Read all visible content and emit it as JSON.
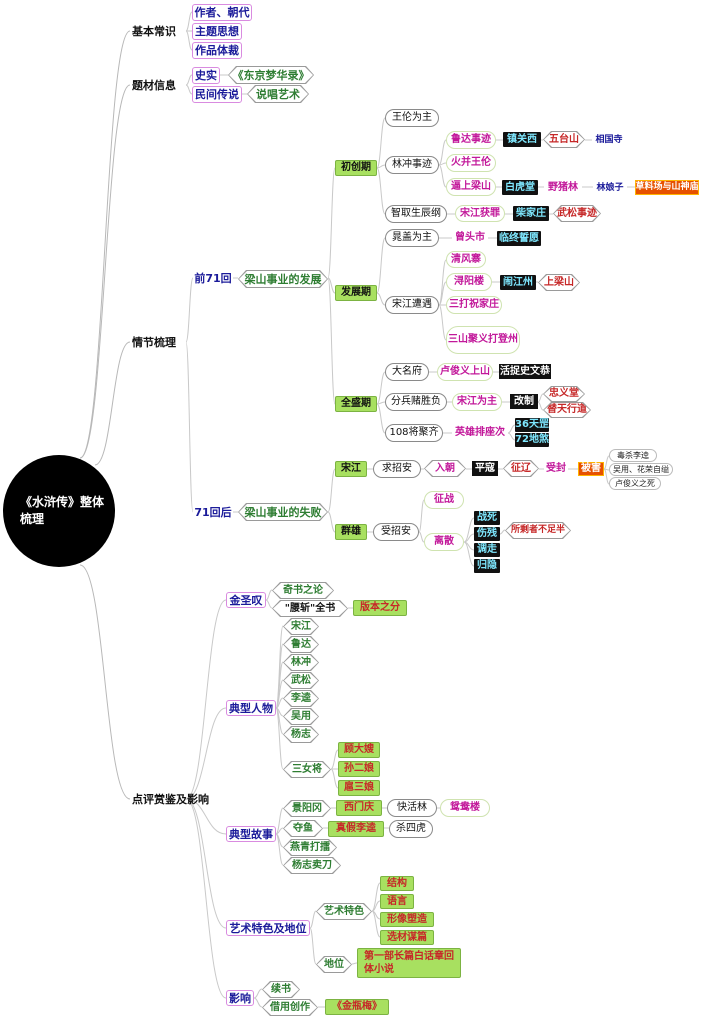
{
  "root": "《水浒传》整体梳理",
  "branches": {
    "basics": {
      "label": "基本常识",
      "items": [
        "作者、朝代",
        "主题思想",
        "作品体裁"
      ]
    },
    "source": {
      "label": "题材信息",
      "history": {
        "label": "史实",
        "ref": "《东京梦华录》"
      },
      "legend": {
        "label": "民间传说",
        "ref": "说唱艺术"
      }
    },
    "plot": {
      "label": "情节梳理",
      "first71": {
        "label": "前71回",
        "theme": "梁山事业的发展",
        "founding": {
          "label": "初创期",
          "wanglun": "王伦为主",
          "linchong": {
            "label": "林冲事迹",
            "luda": {
              "label": "鲁达事迹",
              "zhen": "镇关西",
              "wutai": "五台山",
              "xiangguo": "相国寺"
            },
            "huobing": "火并王伦",
            "bishang": {
              "label": "逼上梁山",
              "baihu": "白虎堂",
              "yezhu": "野猪林",
              "linniangzi": "林娘子",
              "caoliao": "草料场与山神庙"
            }
          },
          "zhiqu": {
            "label": "智取生辰纲",
            "songjiang": "宋江获罪",
            "chai": "柴家庄",
            "wusong": "武松事迹"
          }
        },
        "develop": {
          "label": "发展期",
          "chaogai": {
            "label": "晁盖为主",
            "zengtou": "曾头市",
            "linzhong": "临终誓愿"
          },
          "songjiang": {
            "label": "宋江遭遇",
            "qingfeng": "清风寨",
            "xunyang": "浔阳楼",
            "naojiang": "闹江州",
            "shangliang": "上梁山",
            "sanda": "三打祝家庄",
            "sanshan": "三山聚义打登州"
          }
        },
        "peak": {
          "label": "全盛期",
          "daming": {
            "label": "大名府",
            "lujunyi": "卢俊义上山",
            "huozhuo": "活捉史文恭"
          },
          "fenbing": {
            "label": "分兵赌胜负",
            "songjiang": "宋江为主",
            "gaizhi": "改制",
            "zhongyi": "忠义堂",
            "titian": "替天行道"
          },
          "rank": {
            "label": "108将聚齐",
            "paizuo": "英雄排座次",
            "tiangang": "36天罡",
            "disha": "72地煞"
          }
        }
      },
      "after71": {
        "label": "71回后",
        "theme": "梁山事业的失败",
        "songjiang": {
          "label": "宋江",
          "qiu": "求招安",
          "ruchao": "入朝",
          "pingkou": "平寇",
          "zhengliao": "征辽",
          "shoufeng": "受封",
          "beihai": "被害",
          "fates": [
            "毒杀李逵",
            "吴用、花荣自缢",
            "卢俊义之死"
          ]
        },
        "heroes": {
          "label": "群雄",
          "shou": "受招安",
          "zhengzhan": "征战",
          "lisan": "离散",
          "fates": [
            "战死",
            "伤残",
            "调走",
            "归隐"
          ],
          "remain": "所剩者不足半"
        }
      }
    },
    "review": {
      "label": "点评赏鉴及影响",
      "jin": {
        "label": "金圣叹",
        "qishu": "奇书之论",
        "yaozhan": "\"腰斩\"全书",
        "banben": "版本之分"
      },
      "characters": {
        "label": "典型人物",
        "items": [
          "宋江",
          "鲁达",
          "林冲",
          "武松",
          "李逵",
          "吴用",
          "杨志"
        ],
        "sannv": "三女将",
        "women": [
          "顾大嫂",
          "孙二娘",
          "扈三娘"
        ]
      },
      "stories": {
        "label": "典型故事",
        "jingyang": "景阳冈",
        "ximen": "西门庆",
        "kuaihuo": "快活林",
        "yuanyang": "鸳鸯楼",
        "duoyu": "夺鱼",
        "zhenjia": "真假李逵",
        "shasi": "杀四虎",
        "yanqing": "燕青打擂",
        "yangzhi": "杨志卖刀"
      },
      "art": {
        "label": "艺术特色及地位",
        "tese": "艺术特色",
        "items": [
          "结构",
          "语言",
          "形像塑造",
          "选材谋篇"
        ],
        "diwei": "地位",
        "first": "第一部长篇白话章回体小说"
      },
      "influence": {
        "label": "影响",
        "xushu": "续书",
        "jieyong": "借用创作",
        "jpm": "《金瓶梅》"
      }
    }
  }
}
